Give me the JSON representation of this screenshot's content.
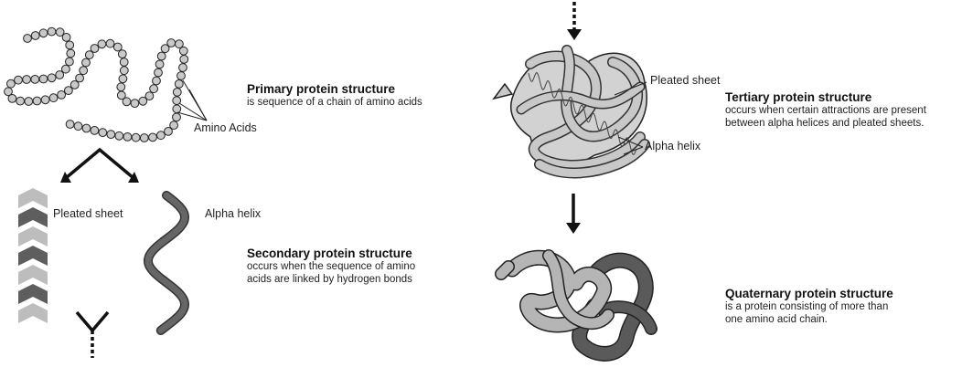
{
  "diagram": {
    "primary": {
      "title": "Primary protein structure",
      "description": "is sequence of a chain of amino acids",
      "amino_label": "Amino Acids"
    },
    "secondary": {
      "title": "Secondary protein structure",
      "description": "occurs when the sequence of amino acids are linked by hydrogen bonds",
      "pleated_label": "Pleated sheet",
      "helix_label": "Alpha helix"
    },
    "tertiary": {
      "title": "Tertiary protein structure",
      "description": "occurs when certain attractions are present between alpha helices and pleated sheets.",
      "pleated_label": "Pleated sheet",
      "helix_label": "Alpha helix"
    },
    "quaternary": {
      "title": "Quaternary protein structure",
      "description": "is a protein consisting of more than one amino acid chain."
    }
  },
  "colors": {
    "bead_fill": "#c9c9c9",
    "outline": "#222222",
    "sheet_light": "#bdbdbd",
    "sheet_dark": "#5e5e5e",
    "helix": "#666666",
    "chain_light": "#b0b0b0",
    "chain_dark": "#585858"
  }
}
